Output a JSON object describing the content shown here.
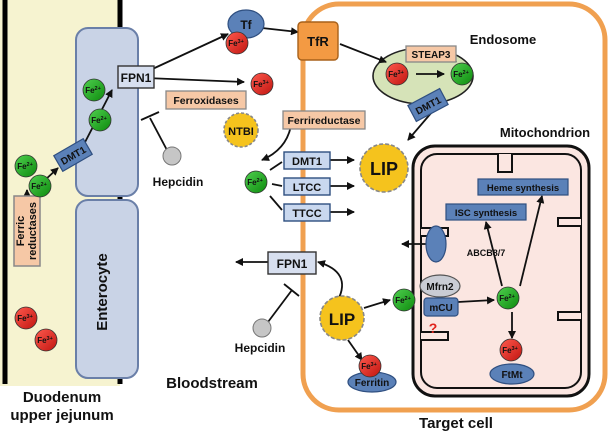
{
  "regions": {
    "duodenum_line1": "Duodenum",
    "duodenum_line2": "upper jejunum",
    "enterocyte": "Enterocyte",
    "bloodstream": "Bloodstream",
    "target_cell": "Target cell",
    "endosome": "Endosome",
    "mitochondrion": "Mitochondrion"
  },
  "proteins": {
    "dmt1": "DMT1",
    "fpn1": "FPN1",
    "tf": "Tf",
    "tfr": "TfR",
    "steap3": "STEAP3",
    "ferroxidases": "Ferroxidases",
    "ferrireductase": "Ferrireductase",
    "ntbi": "NTBI",
    "ltcc": "LTCC",
    "ttcc": "TTCC",
    "lip": "LIP",
    "heme": "Heme synthesis",
    "isc": "ISC synthesis",
    "abcb": "ABCB8/7",
    "mfrn2": "Mfrn2",
    "mcu": "mCU",
    "ftmt": "FtMt",
    "ferritin": "Ferritin",
    "hepcidin": "Hepcidin",
    "ferric_line1": "Ferric",
    "ferric_line2": "reductases",
    "question": "?"
  },
  "ions": {
    "fe2": "Fe",
    "fe2_sup": "2+",
    "fe3": "Fe",
    "fe3_sup": "3+"
  },
  "colors": {
    "enterocyte_fill": "#c9d3e6",
    "target_border": "#f0a050",
    "endosome_fill": "#d6e3b8",
    "mito_fill": "#fbe6e1",
    "fe2_green": "#19a319",
    "fe3_red": "#e0221b",
    "tfr_orange": "#f39a43",
    "box_blue": "#5b81b8",
    "lip_yellow": "#f5c31d",
    "salmon": "#f6c8a6"
  }
}
